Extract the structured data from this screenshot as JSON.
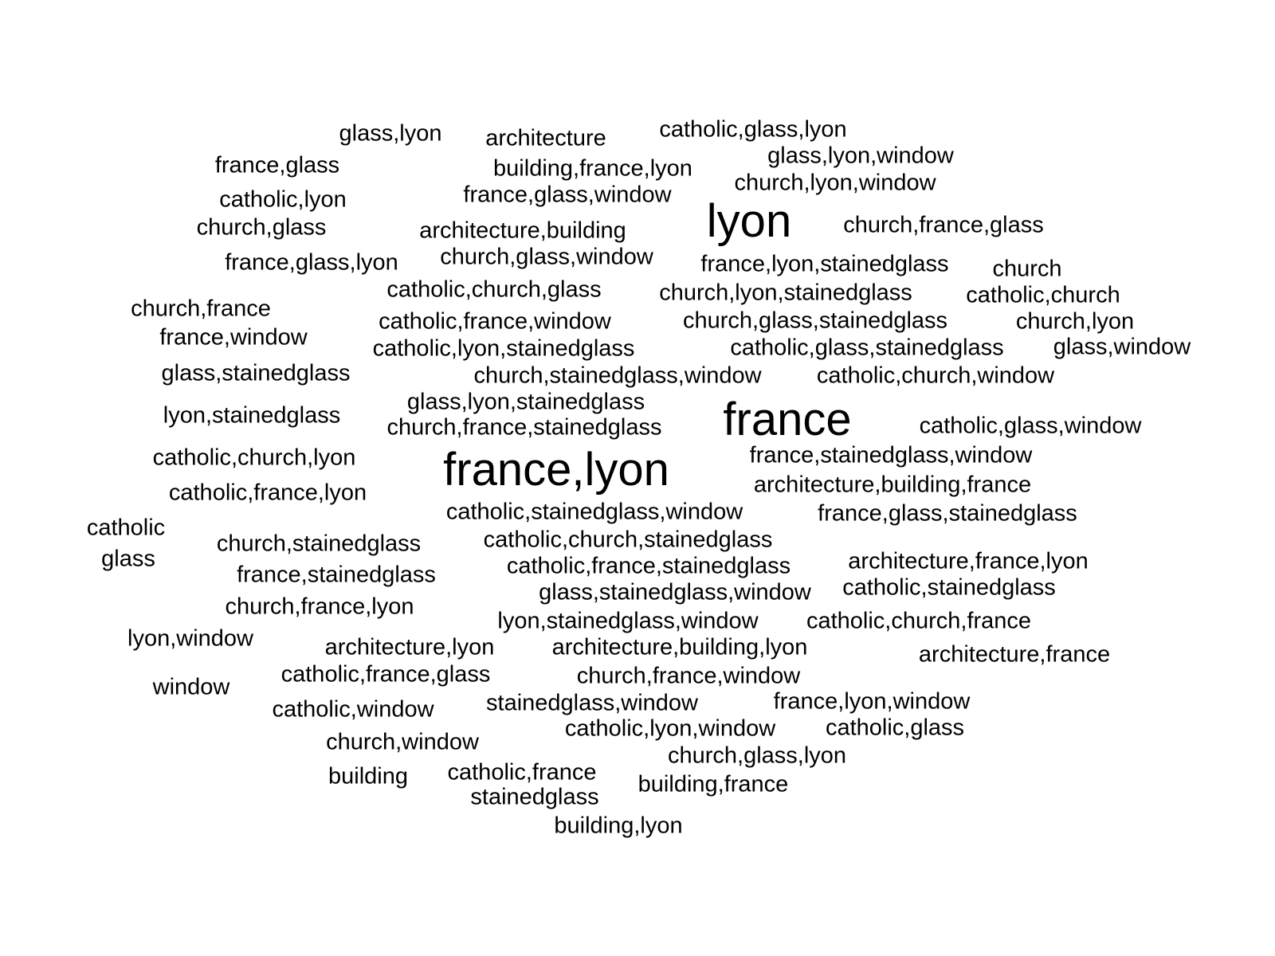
{
  "wordcloud": {
    "text_color": "#000000",
    "background_color": "#ffffff",
    "words": [
      {
        "text": "glass,lyon",
        "weight": 1
      },
      {
        "text": "architecture",
        "weight": 1
      },
      {
        "text": "catholic,glass,lyon",
        "weight": 1
      },
      {
        "text": "france,glass",
        "weight": 1
      },
      {
        "text": "building,france,lyon",
        "weight": 1
      },
      {
        "text": "glass,lyon,window",
        "weight": 1
      },
      {
        "text": "church,lyon,window",
        "weight": 1
      },
      {
        "text": "catholic,lyon",
        "weight": 1
      },
      {
        "text": "france,glass,window",
        "weight": 1
      },
      {
        "text": "lyon",
        "weight": 2
      },
      {
        "text": "church,glass",
        "weight": 1
      },
      {
        "text": "architecture,building",
        "weight": 1
      },
      {
        "text": "church,france,glass",
        "weight": 1
      },
      {
        "text": "france,glass,lyon",
        "weight": 1
      },
      {
        "text": "church,glass,window",
        "weight": 1
      },
      {
        "text": "france,lyon,stainedglass",
        "weight": 1
      },
      {
        "text": "church",
        "weight": 1
      },
      {
        "text": "catholic,church,glass",
        "weight": 1
      },
      {
        "text": "church,lyon,stainedglass",
        "weight": 1
      },
      {
        "text": "catholic,church",
        "weight": 1
      },
      {
        "text": "church,france",
        "weight": 1
      },
      {
        "text": "catholic,france,window",
        "weight": 1
      },
      {
        "text": "church,glass,stainedglass",
        "weight": 1
      },
      {
        "text": "church,lyon",
        "weight": 1
      },
      {
        "text": "france,window",
        "weight": 1
      },
      {
        "text": "catholic,lyon,stainedglass",
        "weight": 1
      },
      {
        "text": "catholic,glass,stainedglass",
        "weight": 1
      },
      {
        "text": "glass,window",
        "weight": 1
      },
      {
        "text": "glass,stainedglass",
        "weight": 1
      },
      {
        "text": "church,stainedglass,window",
        "weight": 1
      },
      {
        "text": "catholic,church,window",
        "weight": 1
      },
      {
        "text": "glass,lyon,stainedglass",
        "weight": 1
      },
      {
        "text": "france",
        "weight": 2
      },
      {
        "text": "lyon,stainedglass",
        "weight": 1
      },
      {
        "text": "church,france,stainedglass",
        "weight": 1
      },
      {
        "text": "catholic,glass,window",
        "weight": 1
      },
      {
        "text": "france,stainedglass,window",
        "weight": 1
      },
      {
        "text": "catholic,church,lyon",
        "weight": 1
      },
      {
        "text": "france,lyon",
        "weight": 2
      },
      {
        "text": "architecture,building,france",
        "weight": 1
      },
      {
        "text": "catholic,france,lyon",
        "weight": 1
      },
      {
        "text": "catholic,stainedglass,window",
        "weight": 1
      },
      {
        "text": "france,glass,stainedglass",
        "weight": 1
      },
      {
        "text": "catholic",
        "weight": 1
      },
      {
        "text": "church,stainedglass",
        "weight": 1
      },
      {
        "text": "catholic,church,stainedglass",
        "weight": 1
      },
      {
        "text": "glass",
        "weight": 1
      },
      {
        "text": "catholic,france,stainedglass",
        "weight": 1
      },
      {
        "text": "architecture,france,lyon",
        "weight": 1
      },
      {
        "text": "france,stainedglass",
        "weight": 1
      },
      {
        "text": "glass,stainedglass,window",
        "weight": 1
      },
      {
        "text": "catholic,stainedglass",
        "weight": 1
      },
      {
        "text": "church,france,lyon",
        "weight": 1
      },
      {
        "text": "lyon,stainedglass,window",
        "weight": 1
      },
      {
        "text": "catholic,church,france",
        "weight": 1
      },
      {
        "text": "lyon,window",
        "weight": 1
      },
      {
        "text": "architecture,lyon",
        "weight": 1
      },
      {
        "text": "architecture,building,lyon",
        "weight": 1
      },
      {
        "text": "architecture,france",
        "weight": 1
      },
      {
        "text": "catholic,france,glass",
        "weight": 1
      },
      {
        "text": "church,france,window",
        "weight": 1
      },
      {
        "text": "window",
        "weight": 1
      },
      {
        "text": "catholic,window",
        "weight": 1
      },
      {
        "text": "stainedglass,window",
        "weight": 1
      },
      {
        "text": "france,lyon,window",
        "weight": 1
      },
      {
        "text": "catholic,lyon,window",
        "weight": 1
      },
      {
        "text": "catholic,glass",
        "weight": 1
      },
      {
        "text": "church,window",
        "weight": 1
      },
      {
        "text": "church,glass,lyon",
        "weight": 1
      },
      {
        "text": "building",
        "weight": 1
      },
      {
        "text": "catholic,france",
        "weight": 1
      },
      {
        "text": "building,france",
        "weight": 1
      },
      {
        "text": "stainedglass",
        "weight": 1
      },
      {
        "text": "building,lyon",
        "weight": 1
      }
    ]
  }
}
